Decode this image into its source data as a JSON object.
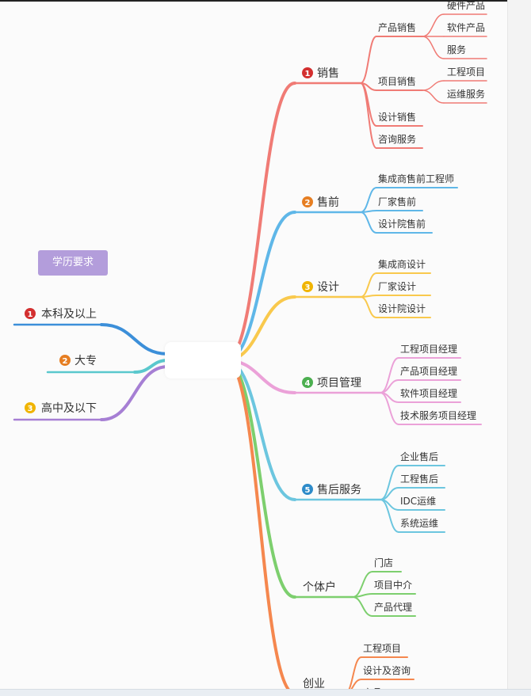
{
  "center": {
    "title": "职业规划"
  },
  "education": {
    "label": "学历要求",
    "items": [
      {
        "num": "1",
        "label": "本科及以上",
        "color": "#3c8fd9",
        "badge": "#d32f2f"
      },
      {
        "num": "2",
        "label": "大专",
        "color": "#5ac8cd",
        "badge": "#e67e22"
      },
      {
        "num": "3",
        "label": "高中及以下",
        "color": "#a67fd4",
        "badge": "#f0b400"
      }
    ]
  },
  "branches": [
    {
      "num": "1",
      "label": "销售",
      "color": "#f07b75",
      "badge": "#d32f2f",
      "children": [
        {
          "label": "产品销售",
          "children": [
            "硬件产品",
            "软件产品",
            "服务"
          ]
        },
        {
          "label": "项目销售",
          "children": [
            "工程项目",
            "运维服务"
          ]
        },
        {
          "label": "设计销售",
          "children": []
        },
        {
          "label": "咨询服务",
          "children": []
        }
      ]
    },
    {
      "num": "2",
      "label": "售前",
      "color": "#5fb7e8",
      "badge": "#e67e22",
      "children": [
        {
          "label": "集成商售前工程师"
        },
        {
          "label": "厂家售前"
        },
        {
          "label": "设计院售前"
        }
      ]
    },
    {
      "num": "3",
      "label": "设计",
      "color": "#f9c94d",
      "badge": "#f0b400",
      "children": [
        {
          "label": "集成商设计"
        },
        {
          "label": "厂家设计"
        },
        {
          "label": "设计院设计"
        }
      ]
    },
    {
      "num": "4",
      "label": "项目管理",
      "color": "#eba1d8",
      "badge": "#4caf50",
      "children": [
        {
          "label": "工程项目经理"
        },
        {
          "label": "产品项目经理"
        },
        {
          "label": "软件项目经理"
        },
        {
          "label": "技术服务项目经理"
        }
      ]
    },
    {
      "num": "5",
      "label": "售后服务",
      "color": "#6cc6df",
      "badge": "#2e8bc9",
      "children": [
        {
          "label": "企业售后"
        },
        {
          "label": "工程售后"
        },
        {
          "label": "IDC运维"
        },
        {
          "label": "系统运维"
        }
      ]
    },
    {
      "num": "",
      "label": "个体户",
      "color": "#7dcf6e",
      "badge": "",
      "children": [
        {
          "label": "门店"
        },
        {
          "label": "项目中介"
        },
        {
          "label": "产品代理"
        }
      ]
    },
    {
      "num": "",
      "label": "创业",
      "color": "#f5874e",
      "badge": "",
      "children": [
        {
          "label": "工程项目"
        },
        {
          "label": "设计及咨询"
        },
        {
          "label": "产品"
        }
      ]
    }
  ]
}
